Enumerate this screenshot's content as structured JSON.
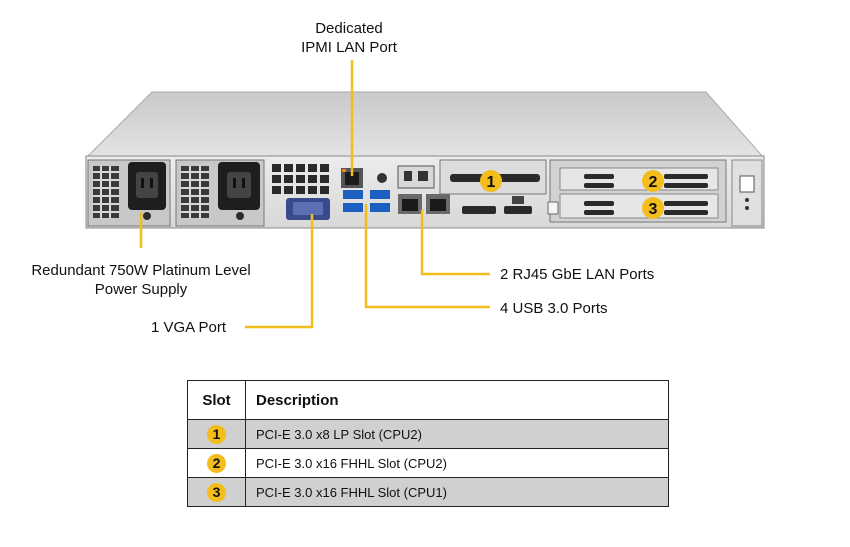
{
  "callouts": {
    "ipmi_line1": "Dedicated",
    "ipmi_line2": "IPMI LAN Port",
    "psu_line1": "Redundant 750W Platinum Level",
    "psu_line2": "Power Supply",
    "vga": "1 VGA Port",
    "lan": "2 RJ45 GbE LAN Ports",
    "usb": "4 USB 3.0 Ports"
  },
  "slot_markers": [
    "1",
    "2",
    "3"
  ],
  "table": {
    "headers": {
      "slot": "Slot",
      "description": "Description"
    },
    "rows": [
      {
        "slot": "1",
        "description": "PCI-E 3.0 x8 LP Slot (CPU2)"
      },
      {
        "slot": "2",
        "description": "PCI-E 3.0 x16 FHHL Slot (CPU2)"
      },
      {
        "slot": "3",
        "description": "PCI-E 3.0 x16 FHHL Slot (CPU1)"
      }
    ]
  },
  "colors": {
    "marker": "#f3bd1b",
    "leader_line": "#f3bd1b",
    "row_shade": "#d0d0d0"
  }
}
